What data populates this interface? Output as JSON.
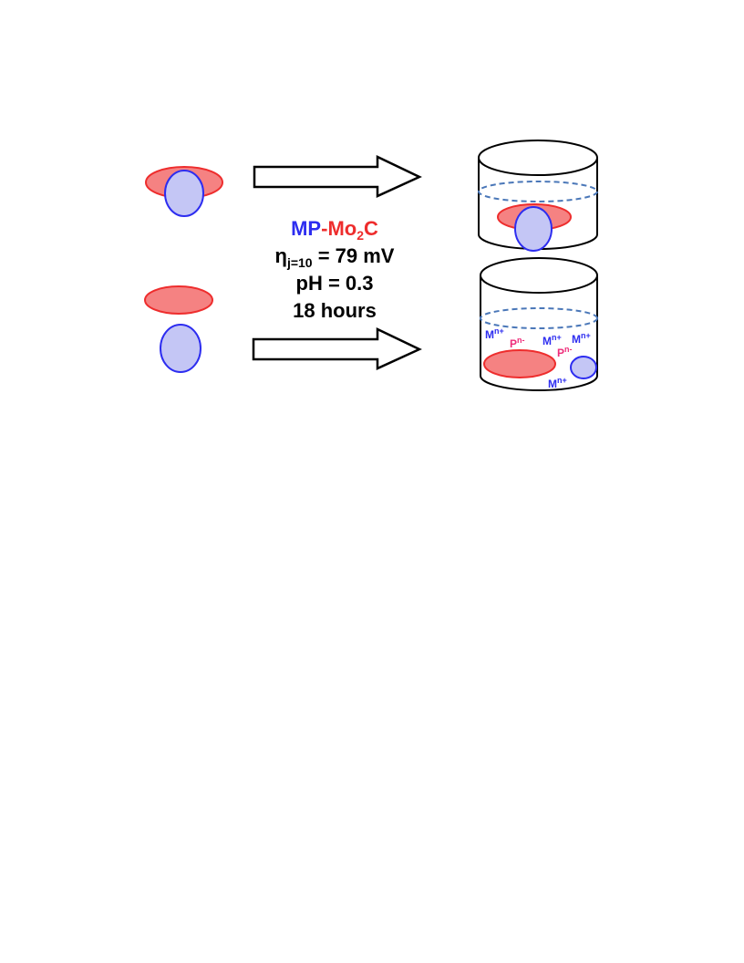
{
  "colors": {
    "metal_blue": "#2d2df0",
    "metal_fill": "#c4c6f5",
    "carbide_red": "#ee2d2d",
    "carbide_fill": "#f58282",
    "phosphide_pink": "#ee2d7a",
    "liquid_line": "#4a77b8",
    "outline": "#000000"
  },
  "label": {
    "mp": "MP",
    "dash": "-",
    "mo": "Mo",
    "sub2": "2",
    "c": "C",
    "eta": "η",
    "eta_sub": "j=10",
    "eta_value": " = 79 mV",
    "ph": "pH = 0.3",
    "time": "18 hours"
  },
  "ions": {
    "metal_base": "M",
    "metal_sup": "n+",
    "phos_base": "P",
    "phos_sup": "n-"
  }
}
